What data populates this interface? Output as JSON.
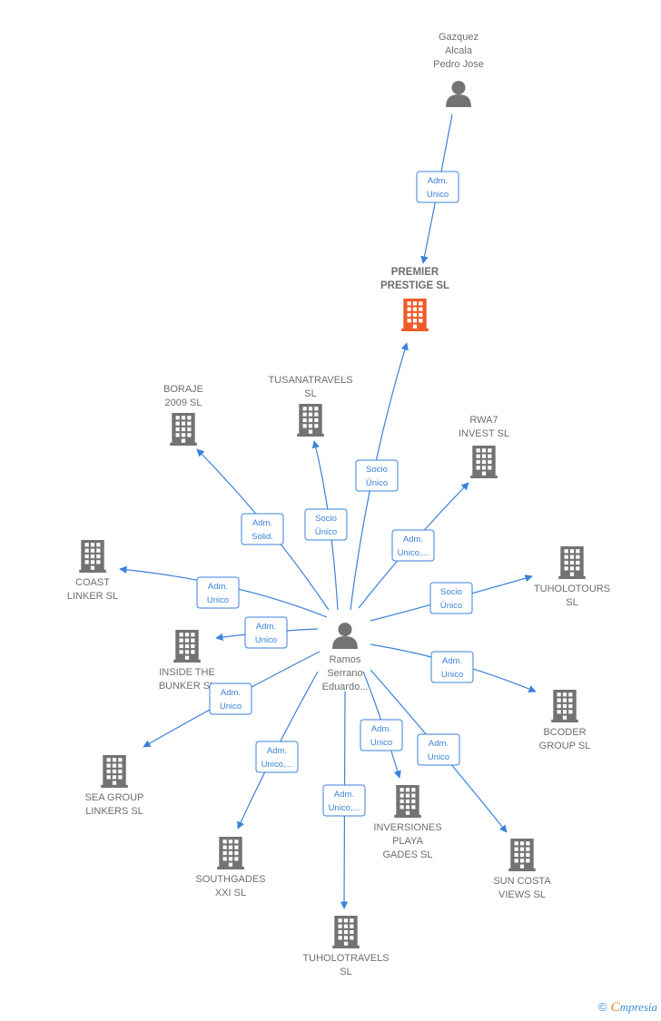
{
  "colors": {
    "edge": "#3b82d9",
    "building": "#737373",
    "highlight": "#f05a28",
    "person": "#737373"
  },
  "nodes": [
    {
      "id": "gazquez",
      "type": "person",
      "label": [
        "Gazquez",
        "Alcala",
        "Pedro Jose"
      ]
    },
    {
      "id": "premier",
      "type": "company-highlight",
      "label": [
        "PREMIER",
        "PRESTIGE  SL"
      ]
    },
    {
      "id": "ramos",
      "type": "person",
      "label": [
        "Ramos",
        "Serrano",
        "Eduardo..."
      ]
    },
    {
      "id": "boraje",
      "type": "company",
      "label": [
        "BORAJE",
        "2009  SL"
      ]
    },
    {
      "id": "tusanatravels",
      "type": "company",
      "label": [
        "TUSANATRAVELS",
        "SL"
      ]
    },
    {
      "id": "rwa7",
      "type": "company",
      "label": [
        "RWA7",
        "INVEST  SL"
      ]
    },
    {
      "id": "coast",
      "type": "company",
      "label": [
        "COAST",
        "LINKER  SL"
      ]
    },
    {
      "id": "tuholotours",
      "type": "company",
      "label": [
        "TUHOLOTOURS",
        "SL"
      ]
    },
    {
      "id": "inside",
      "type": "company",
      "label": [
        "INSIDE THE",
        "BUNKER  SL"
      ]
    },
    {
      "id": "bcoder",
      "type": "company",
      "label": [
        "BCODER",
        "GROUP  SL"
      ]
    },
    {
      "id": "seagroup",
      "type": "company",
      "label": [
        "SEA GROUP",
        "LINKERS  SL"
      ]
    },
    {
      "id": "inversiones",
      "type": "company",
      "label": [
        "INVERSIONES",
        "PLAYA",
        "GADES  SL"
      ]
    },
    {
      "id": "suncosta",
      "type": "company",
      "label": [
        "SUN COSTA",
        "VIEWS  SL"
      ]
    },
    {
      "id": "southgades",
      "type": "company",
      "label": [
        "SOUTHGADES",
        "XXI  SL"
      ]
    },
    {
      "id": "tuholotravels",
      "type": "company",
      "label": [
        "TUHOLOTRAVELS",
        "SL"
      ]
    }
  ],
  "edges": [
    {
      "from": "gazquez",
      "to": "premier",
      "label": [
        "Adm.",
        "Unico"
      ]
    },
    {
      "from": "ramos",
      "to": "premier",
      "label": [
        "Socio",
        "Único"
      ]
    },
    {
      "from": "ramos",
      "to": "boraje",
      "label": [
        "Adm.",
        "Solid."
      ]
    },
    {
      "from": "ramos",
      "to": "tusanatravels",
      "label": [
        "Socio",
        "Único"
      ]
    },
    {
      "from": "ramos",
      "to": "rwa7",
      "label": [
        "Adm.",
        "Unico,..."
      ]
    },
    {
      "from": "ramos",
      "to": "coast",
      "label": [
        "Adm.",
        "Unico"
      ]
    },
    {
      "from": "ramos",
      "to": "tuholotours",
      "label": [
        "Socio",
        "Único"
      ]
    },
    {
      "from": "ramos",
      "to": "inside",
      "label": [
        "Adm.",
        "Unico"
      ]
    },
    {
      "from": "ramos",
      "to": "bcoder",
      "label": [
        "Adm.",
        "Unico"
      ]
    },
    {
      "from": "ramos",
      "to": "seagroup",
      "label": [
        "Adm.",
        "Unico"
      ]
    },
    {
      "from": "ramos",
      "to": "inversiones",
      "label": [
        "Adm.",
        "Unico"
      ]
    },
    {
      "from": "ramos",
      "to": "suncosta",
      "label": [
        "Adm.",
        "Unico"
      ]
    },
    {
      "from": "ramos",
      "to": "southgades",
      "label": [
        "Adm.",
        "Unico,..."
      ]
    },
    {
      "from": "ramos",
      "to": "tuholotravels",
      "label": [
        "Adm.",
        "Unico,..."
      ]
    }
  ],
  "footer": {
    "copyright": "©",
    "brand_first": "C",
    "brand_rest": "mpresia"
  }
}
